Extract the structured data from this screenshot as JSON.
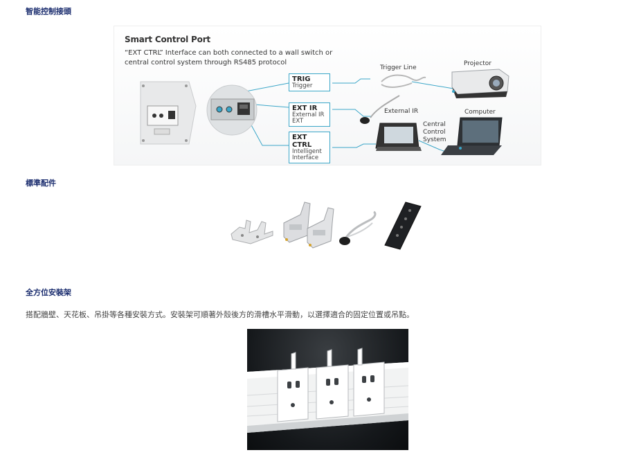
{
  "sections": {
    "smart_port_title": "智能控制接頭",
    "accessories_title": "標準配件",
    "mount_title": "全方位安裝架",
    "mount_description": "搭配牆壁、天花板、吊掛等各種安裝方式。安裝架可順著外殼後方的滑槽水平滑動，以選擇適合的固定位置或吊點。"
  },
  "diagram": {
    "title": "Smart Control Port",
    "subtitle": "“EXT CTRL” Interface can both connected to a wall switch or central control system through RS485 protocol",
    "tags": [
      {
        "head": "TRIG",
        "body": "Trigger"
      },
      {
        "head": "EXT IR",
        "body": "External  IR EXT"
      },
      {
        "head": "EXT CTRL",
        "body": "Intelligent Interface"
      }
    ],
    "labels": {
      "trigger_line": "Trigger Line",
      "projector": "Projector",
      "external_ir": "External IR",
      "computer": "Computer",
      "central_control": "Central Control System"
    }
  },
  "colors": {
    "section_title": "#1a2c6e",
    "accent_line": "#3aa6c8"
  }
}
